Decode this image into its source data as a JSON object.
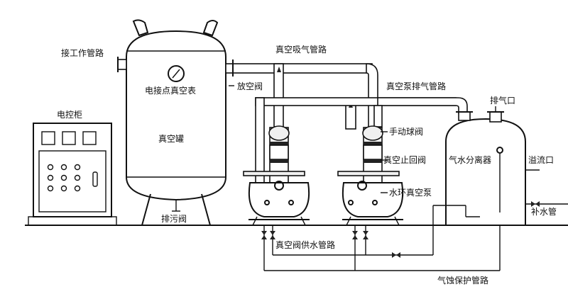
{
  "labels": {
    "work_pipe": "接工作管路",
    "vacuum_intake_pipe": "真空吸气管路",
    "contact_vacuum_gauge": "电接点真空表",
    "vent_valve": "放空阀",
    "pump_exhaust_pipe": "真空泵排气管路",
    "exhaust_port": "排气口",
    "control_cabinet": "电控柜",
    "manual_ball_valve": "手动球阀",
    "vacuum_tank": "真空罐",
    "vacuum_check_valve": "真空止回阀",
    "gas_water_separator": "气水分离器",
    "overflow_port": "溢流口",
    "water_ring_pump": "水环真空泵",
    "drain_valve": "排污阀",
    "makeup_water_pipe": "补水管",
    "vacuum_valve_supply_pipe": "真空阀供水管路",
    "cavitation_protection_pipe": "气蚀保护管路"
  },
  "colors": {
    "line": "#111111",
    "fill": "#ffffff",
    "shade": "#f0f0f0"
  }
}
